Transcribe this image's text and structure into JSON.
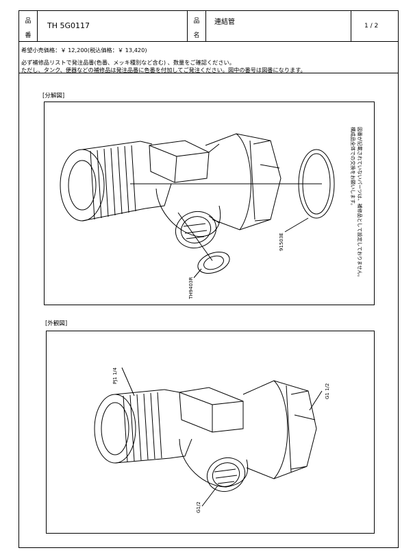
{
  "header": {
    "hinban_label_top": "品",
    "hinban_label_bottom": "番",
    "product_code": "TH 5G0117",
    "hinmei_label_top": "品",
    "hinmei_label_bottom": "名",
    "product_name": "連結管",
    "page": "1 / 2"
  },
  "info": {
    "price": "希望小売価格：￥ 12,200(税込価格：￥ 13,420)",
    "line1": "必ず補修品リストで発注品番(色番、メッキ種別など含む) 、数量をご確認ください。",
    "line2": "ただし、タンク、便器などの補修品は発注品番に色番を付加してご発注ください。図中の番号は図番になります。"
  },
  "exploded": {
    "title": "[分解図]",
    "part_a": "TH9403R",
    "part_b": "91503E",
    "note_line1": "図番が記載されていないパーツは、補修品として設定しておりません。",
    "note_line2": "構成品全体での交換をお願いします。"
  },
  "exterior": {
    "title": "[外観図]",
    "label_pj": "PJ1 1/4",
    "label_g1": "G1 1/2",
    "label_g12": "G1/2"
  }
}
